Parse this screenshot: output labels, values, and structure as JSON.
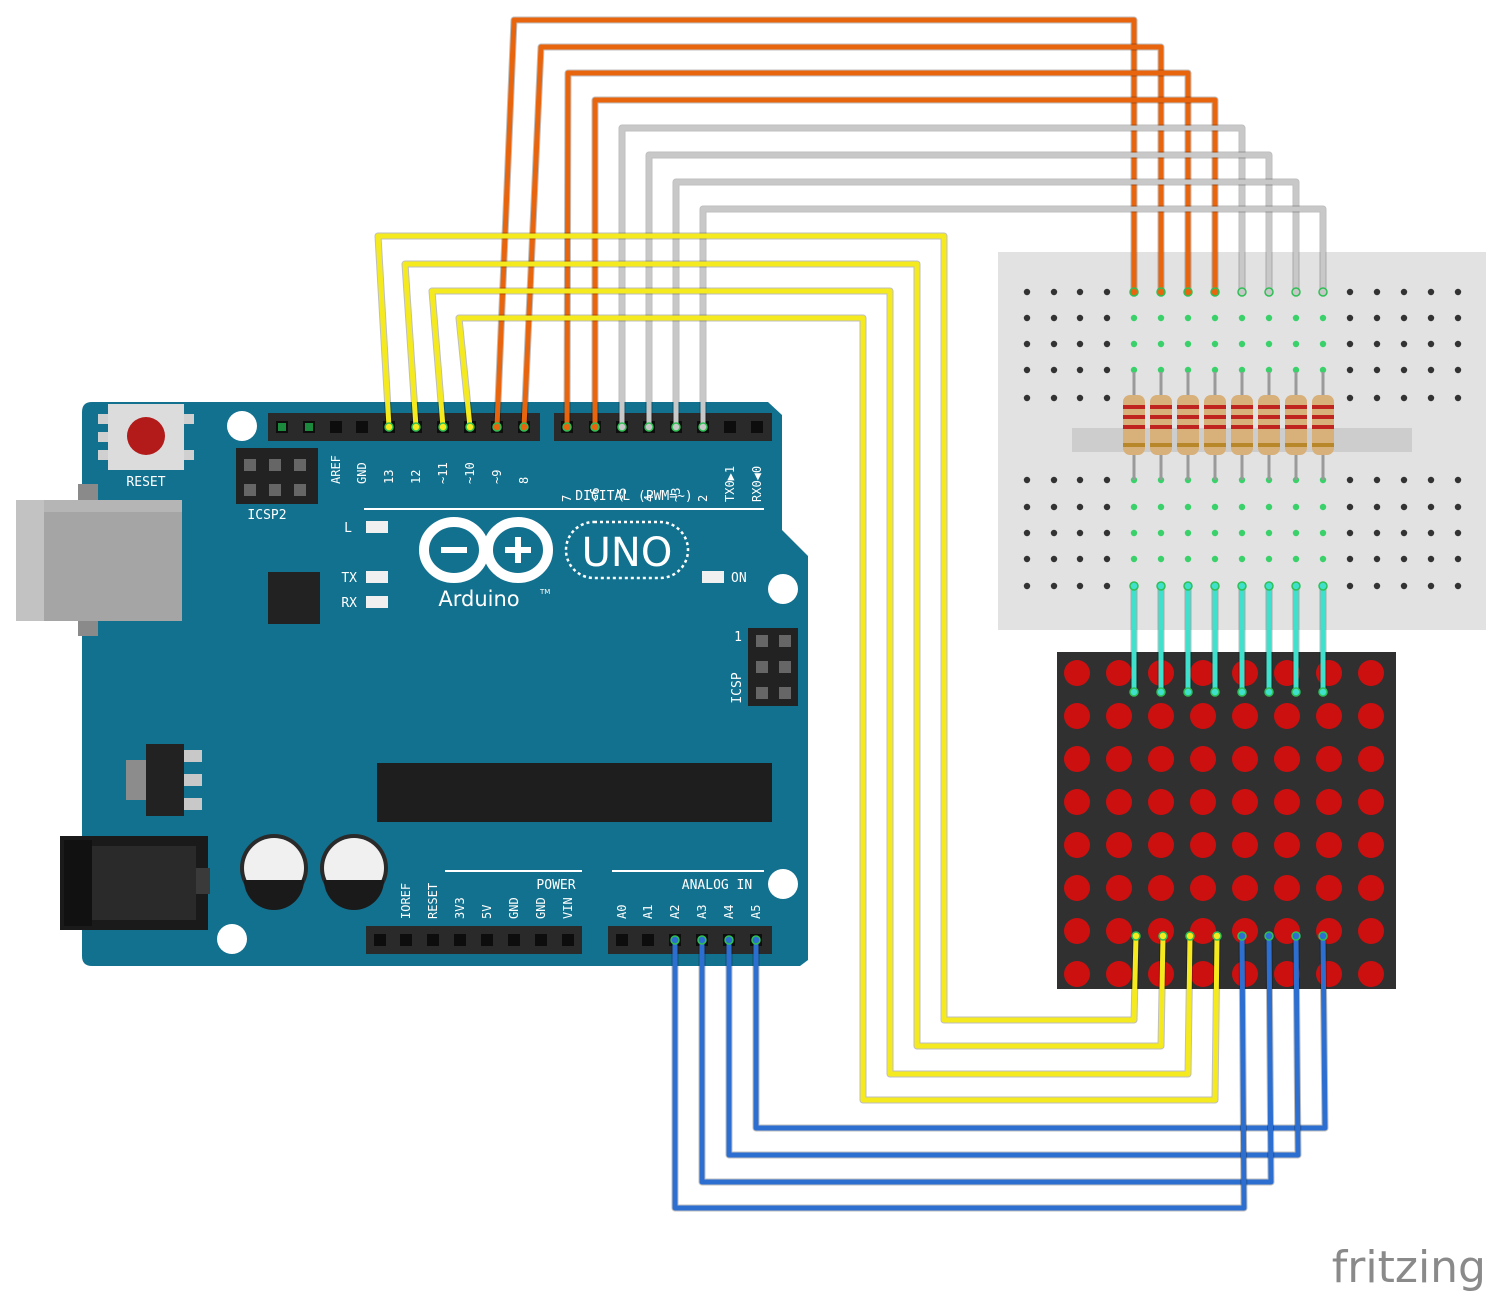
{
  "board": {
    "reset_label": "RESET",
    "icsp2_label": "ICSP2",
    "icsp_label": "ICSP",
    "icsp_pin1_label": "1",
    "led_l_label": "L",
    "led_tx_label": "TX",
    "led_rx_label": "RX",
    "led_on_label": "ON",
    "brand_uno": "UNO",
    "brand_arduino": "Arduino",
    "brand_tm": "TM",
    "digital_caption": "DIGITAL (PWM=~)",
    "power_caption": "POWER",
    "analog_caption": "ANALOG IN",
    "digital_pins_left": [
      "AREF",
      "GND",
      "13",
      "12",
      "~11",
      "~10",
      "~9",
      "8"
    ],
    "digital_pins_right": [
      "7",
      "~6",
      "~5",
      "4",
      "~3",
      "2",
      "TX0▶1",
      "RX0◀0"
    ],
    "power_pins": [
      "IOREF",
      "RESET",
      "3V3",
      "5V",
      "GND",
      "GND",
      "VIN"
    ],
    "analog_pins": [
      "A0",
      "A1",
      "A2",
      "A3",
      "A4",
      "A5"
    ]
  },
  "wire_colors": {
    "orange": "#e8650e",
    "gray": "#c8c8c8",
    "yellow": "#f5ea1d",
    "blue": "#2d6fd1",
    "cyan": "#3fe0cc"
  },
  "component_colors": {
    "board": "#12718f",
    "led_on": "#cc1010",
    "breadboard": "#e2e2e2",
    "matrix": "#303030"
  },
  "components": {
    "breadboard": "mini-breadboard",
    "resistor_count": 8,
    "matrix_rows": 8,
    "matrix_cols": 8
  },
  "watermark": "fritzing"
}
